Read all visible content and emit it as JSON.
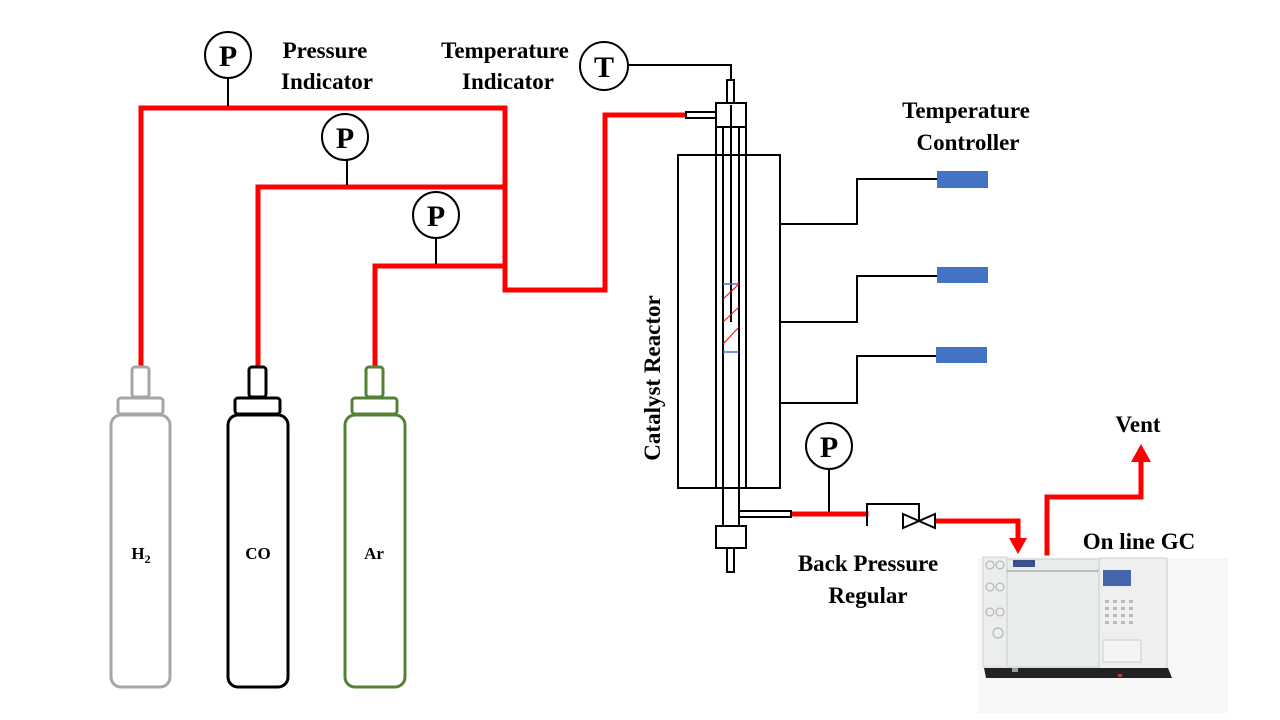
{
  "diagram": {
    "labels": {
      "pressure_indicator": [
        "Pressure",
        "Indicator"
      ],
      "temperature_indicator": [
        "Temperature",
        "Indicator"
      ],
      "temperature_controller": [
        "Temperature",
        "Controller"
      ],
      "catalyst_reactor": "Catalyst Reactor",
      "back_pressure": [
        "Back Pressure",
        "Regular"
      ],
      "vent": "Vent",
      "gc": "On line GC"
    },
    "gauges": {
      "pressure_symbol": "P",
      "temperature_symbol": "T"
    },
    "cylinders": [
      {
        "gas": "H",
        "subscript": "2",
        "color": "#a6a6a6"
      },
      {
        "gas": "CO",
        "subscript": "",
        "color": "#000000"
      },
      {
        "gas": "Ar",
        "subscript": "",
        "color": "#538135"
      }
    ],
    "colors": {
      "gas_line": "#ff0000",
      "heater": "#4472c4",
      "catalyst_bed_lines": "#4472c4",
      "catalyst_hatch": "#ff0000"
    }
  }
}
